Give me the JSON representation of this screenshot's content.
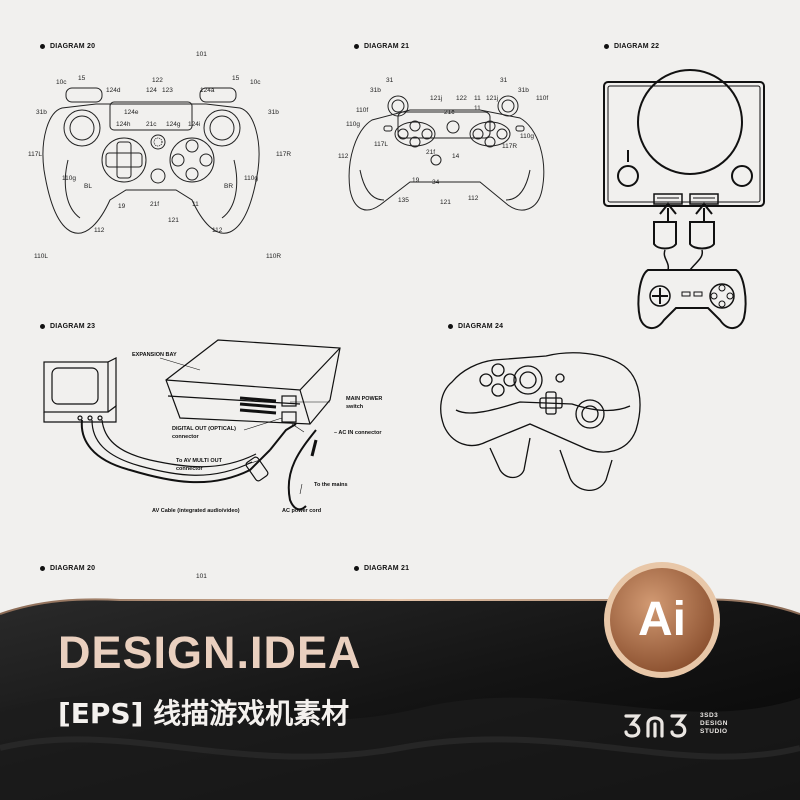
{
  "diagram_labels": {
    "d20": "DIAGRAM 20",
    "d21": "DIAGRAM 21",
    "d22": "DIAGRAM 22",
    "d23": "DIAGRAM 23",
    "d24": "DIAGRAM 24",
    "d20_repeat": "DIAGRAM 20",
    "d21_repeat": "DIAGRAM 21"
  },
  "diagram20_refs": {
    "r101": "101",
    "r10c_l": "10c",
    "r15_l": "15",
    "r124d": "124d",
    "r122": "122",
    "r124": "124",
    "r123": "123",
    "r124a": "124a",
    "r15_r": "15",
    "r10c_r": "10c",
    "r31b_l": "31b",
    "r124e": "124e",
    "r31b_r": "31b",
    "r124h": "124h",
    "r21c": "21c",
    "r124g": "124g",
    "r124i": "124i",
    "r117l": "117L",
    "r117r": "117R",
    "r110g_l": "110g",
    "r110g_r": "110g",
    "rbl": "BL",
    "rbr": "BR",
    "r19": "19",
    "r21f": "21f",
    "r11": "11",
    "r121": "121",
    "r112_l": "112",
    "r112_r": "112",
    "r110l": "110L",
    "r110r": "110R"
  },
  "diagram21_refs": {
    "r31_l": "31",
    "r31_r": "31",
    "r31b_l": "31b",
    "r31b_r": "31b",
    "r121j_l": "121j",
    "r122": "122",
    "r11_a": "11",
    "r11_b": "11",
    "r121j_r": "121j",
    "r110f_l": "110f",
    "r110f_r": "110f",
    "r21c": "21c",
    "r110g_l": "110g",
    "r110g_r": "110g",
    "r117l": "117L",
    "r117r": "117R",
    "r112": "112",
    "r21f": "21f",
    "r14": "14",
    "r19": "19",
    "r34": "34",
    "r135": "135",
    "r121": "121",
    "r112_b": "112"
  },
  "diagram23_notes": {
    "expansion_bay": "EXPANSION BAY",
    "main_power": "MAIN POWER",
    "switch": "switch",
    "digital_out": "DIGITAL OUT (OPTICAL)",
    "connector_1": "connector",
    "ac_in": "– AC IN connector",
    "av_multi": "To AV MULTI OUT",
    "connector_2": "connector",
    "to_mains": "To the mains",
    "av_cable": "AV Cable (integrated audio/video)",
    "ac_cord": "AC power cord"
  },
  "repeat_ref_101": "101",
  "banner": {
    "title": "DESIGN.IDEA",
    "subtitle": "[EPS] 线描游戏机素材",
    "badge": "Ai",
    "logo_mark": "3Ɑ3",
    "logo_line1": "3SD3",
    "logo_line2": "DESIGN",
    "logo_line3": "STUDIO"
  },
  "colors": {
    "paper": "#f1f0ee",
    "ink": "#111111",
    "banner_dark": "#151515",
    "title_peach": "#ead0bf",
    "badge_copper": "#b77a55",
    "badge_ring": "#e8c7a8"
  }
}
